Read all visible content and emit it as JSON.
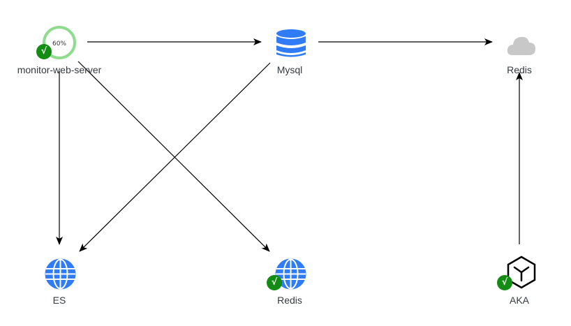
{
  "nodes": {
    "monitor_web_server": {
      "label": "monitor-web-server",
      "progress_text": "60%",
      "progress": 0.6,
      "status": "ok",
      "status_mark": "√",
      "icon": "progress-ring-icon"
    },
    "mysql": {
      "label": "Mysql",
      "icon": "database-icon"
    },
    "redis_cloud": {
      "label": "Redis",
      "icon": "cloud-icon",
      "muted": true
    },
    "es": {
      "label": "ES",
      "icon": "globe-icon"
    },
    "redis_globe": {
      "label": "Redis",
      "status": "ok",
      "status_mark": "√",
      "icon": "globe-icon"
    },
    "aka": {
      "label": "AKA",
      "status": "ok",
      "status_mark": "√",
      "icon": "hexagon-cube-icon"
    }
  },
  "edges": [
    {
      "from": "monitor-web-server",
      "to": "Mysql"
    },
    {
      "from": "Mysql",
      "to": "Redis"
    },
    {
      "from": "monitor-web-server",
      "to": "ES"
    },
    {
      "from": "monitor-web-server",
      "to": "Redis"
    },
    {
      "from": "Mysql",
      "to": "ES"
    },
    {
      "from": "AKA",
      "to": "Redis"
    }
  ],
  "colors": {
    "edge": "#000000",
    "globe": "#2f7cf6",
    "database": "#2f7cf6",
    "cloud_muted": "#c8c8c8",
    "progress_ring": "#8fdc8f",
    "status_ok": "#128c12",
    "label": "#333a40"
  }
}
